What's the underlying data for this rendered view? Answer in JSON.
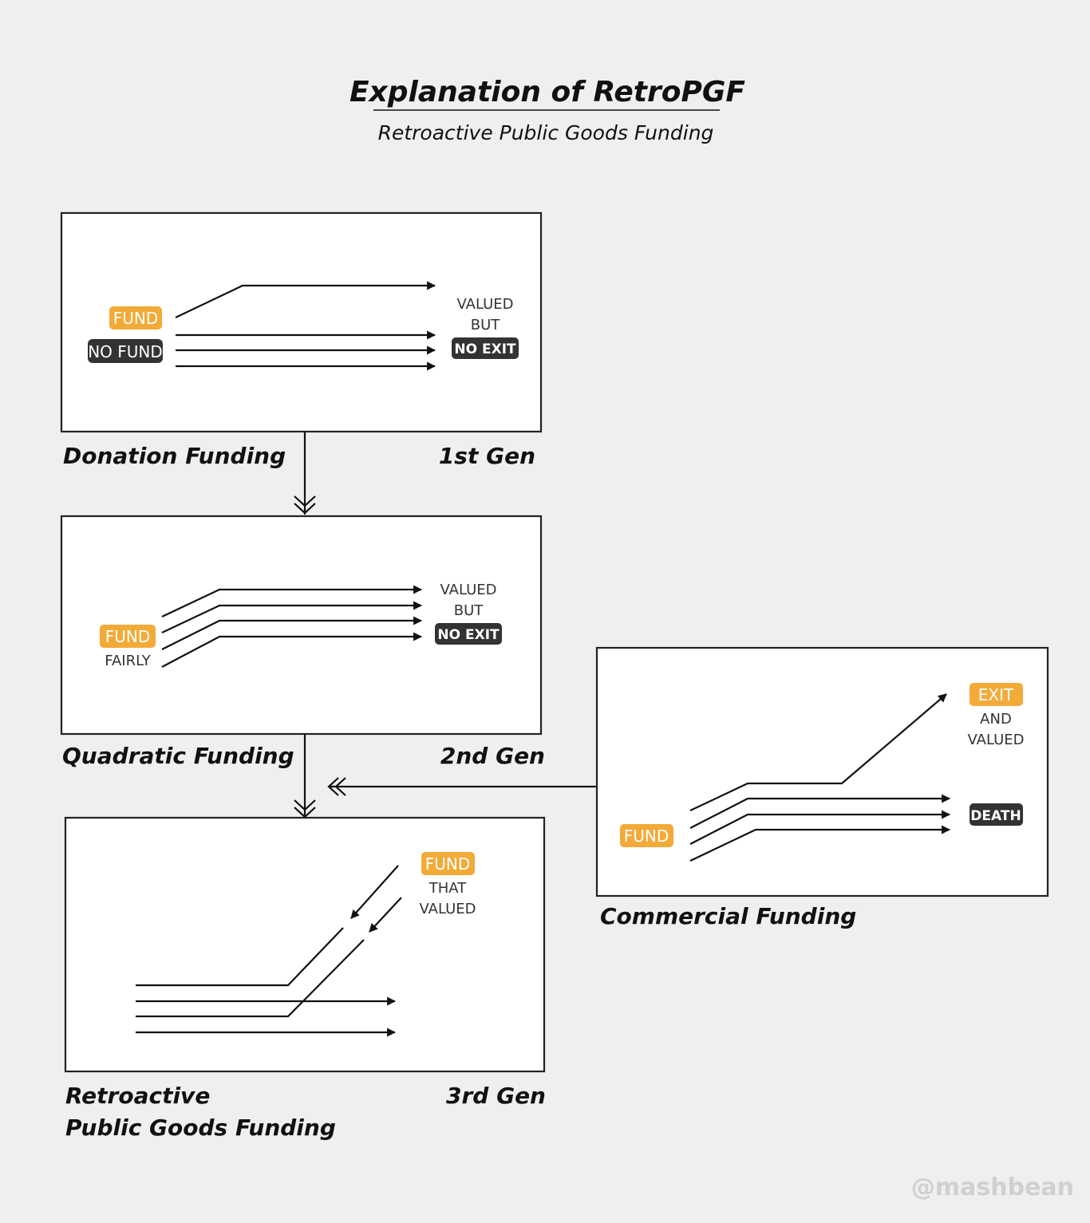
{
  "title": "Explanation of RetroPGF",
  "subtitle": "Retroactive Public Goods Funding",
  "colors": {
    "accent": "#f2aa38",
    "dark_tag": "#333333",
    "background": "#efefef"
  },
  "panels": {
    "donation": {
      "name": "Donation Funding",
      "gen": "1st Gen",
      "tags": {
        "fund": "FUND",
        "no_fund": "NO FUND",
        "no_exit": "NO EXIT"
      },
      "note": {
        "line1": "VALUED",
        "line2": "BUT"
      }
    },
    "quadratic": {
      "name": "Quadratic Funding",
      "gen": "2nd Gen",
      "tags": {
        "fund": "FUND",
        "no_exit": "NO EXIT"
      },
      "fund_note": "FAIRLY",
      "note": {
        "line1": "VALUED",
        "line2": "BUT"
      }
    },
    "commercial": {
      "name": "Commercial Funding",
      "tags": {
        "exit": "EXIT",
        "death": "DEATH",
        "fund": "FUND"
      },
      "note": {
        "line1": "AND",
        "line2": "VALUED"
      }
    },
    "retro": {
      "name_line1": "Retroactive",
      "name_line2": "Public Goods Funding",
      "gen": "3rd Gen",
      "tags": {
        "fund": "FUND"
      },
      "note": {
        "line1": "THAT",
        "line2": "VALUED"
      }
    }
  },
  "watermark": "@mashbean"
}
